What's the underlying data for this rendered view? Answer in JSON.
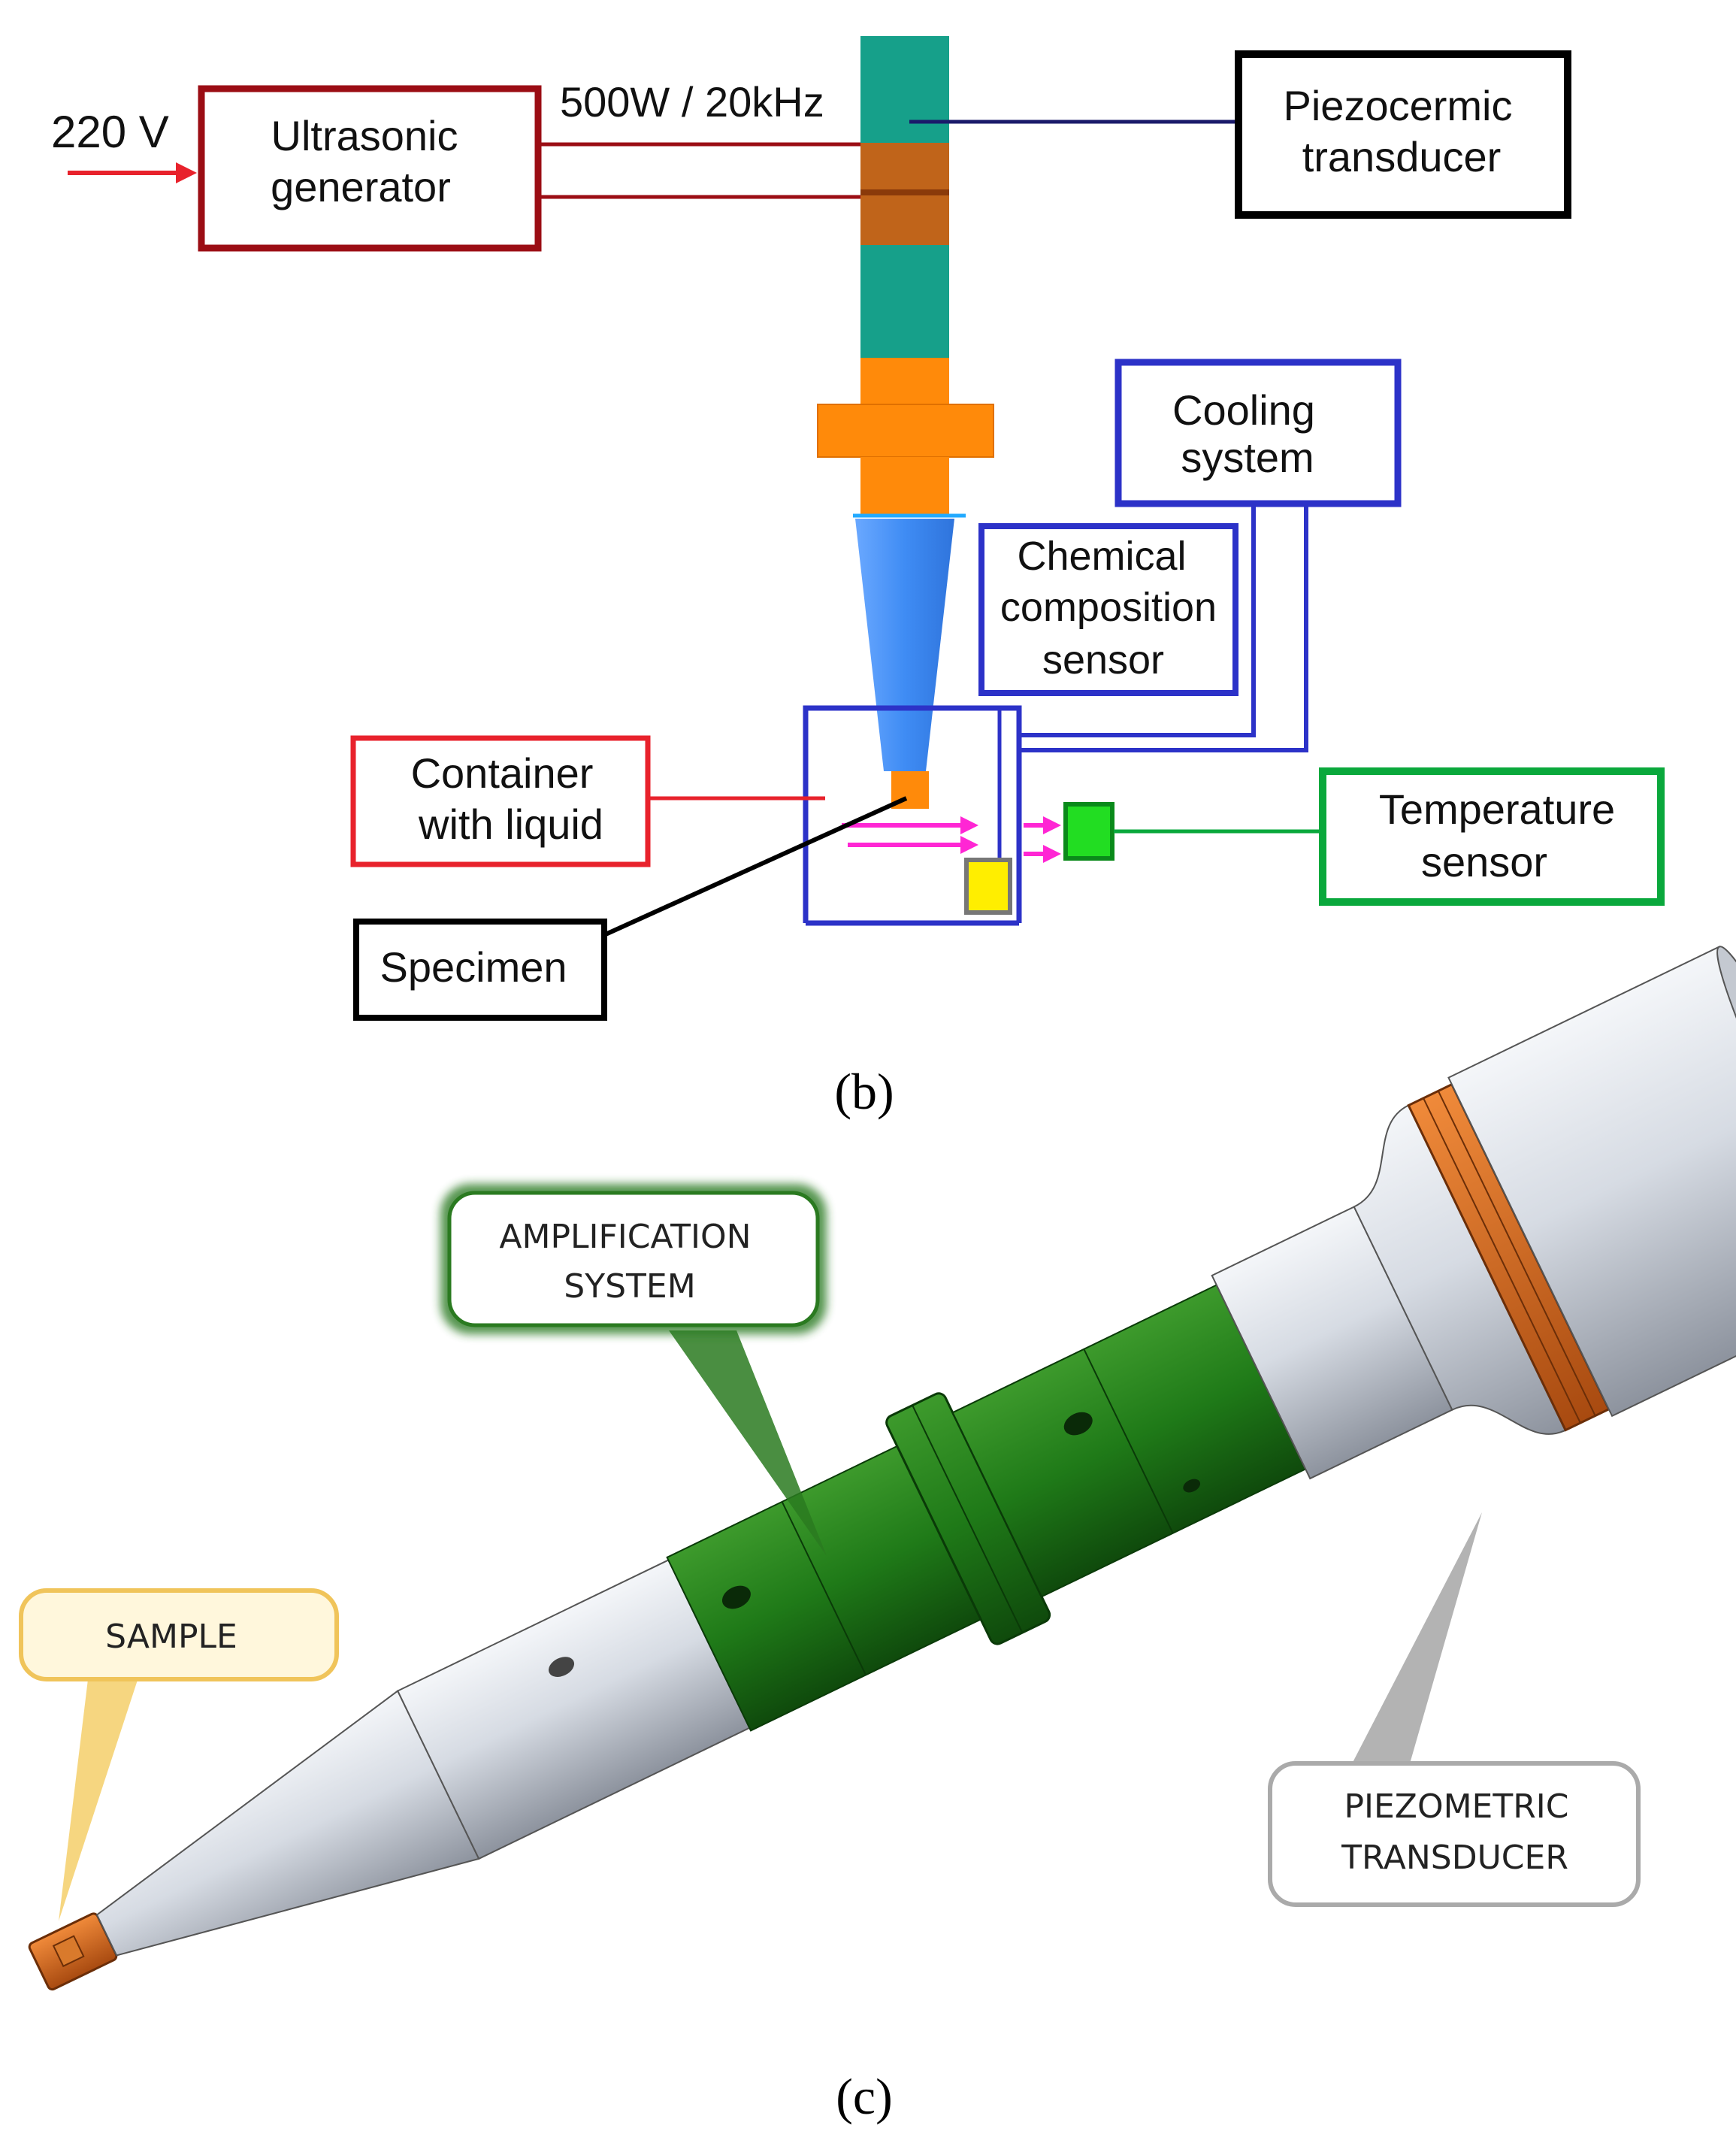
{
  "panel_b": {
    "caption": "(b)",
    "supply_voltage": "220 V",
    "power_spec": "500W / 20kHz",
    "generator": [
      "Ultrasonic",
      "generator"
    ],
    "transducer": [
      "Piezocermic",
      "transducer"
    ],
    "cooling": [
      "Cooling",
      "system"
    ],
    "chemical": [
      "Chemical",
      "composition",
      "sensor"
    ],
    "container": [
      "Container",
      "with liquid"
    ],
    "temperature": [
      "Temperature",
      "sensor"
    ],
    "specimen": "Specimen"
  },
  "panel_c": {
    "caption": "(c)",
    "amplification": [
      "AMPLIFICATION",
      "SYSTEM"
    ],
    "sample": "SAMPLE",
    "piezometric": [
      "PIEZOMETRIC",
      "TRANSDUCER"
    ]
  },
  "colors": {
    "generator_border": "#9b0d14",
    "black_border": "#000000",
    "blue_border": "#2c32c8",
    "red_border": "#e8222c",
    "green_border": "#0aa83c",
    "teal": "#16a08a",
    "copper": "#c0641a",
    "orange": "#ff8a0a",
    "horn_blue": "#3f8cf4",
    "magenta": "#ff26d4",
    "green_part": "#1f7a1a",
    "silver": "#cfd4dc"
  }
}
